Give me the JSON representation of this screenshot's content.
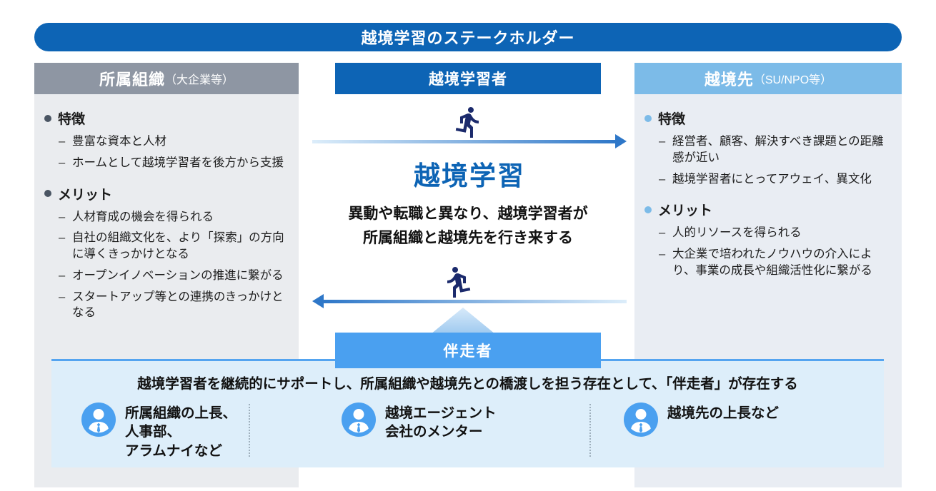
{
  "title": "越境学習のステークホルダー",
  "columns": {
    "left": {
      "header": "所属組織",
      "header_suffix": "（大企業等）",
      "sections": [
        {
          "heading": "特徴",
          "items": [
            "豊富な資本と人材",
            "ホームとして越境学習者を後方から支援"
          ]
        },
        {
          "heading": "メリット",
          "items": [
            "人材育成の機会を得られる",
            "自社の組織文化を、より「探索」の方向に導くきっかけとなる",
            "オープンイノベーションの推進に繋がる",
            "スタートアップ等との連携のきっかけとなる"
          ]
        }
      ]
    },
    "center": {
      "header": "越境学習者",
      "main_label": "越境学習",
      "description_line1": "異動や転職と異なり、越境学習者が",
      "description_line2": "所属組織と越境先を行き来する",
      "companion_header": "伴走者"
    },
    "right": {
      "header": "越境先",
      "header_suffix": "（SU/NPO等）",
      "sections": [
        {
          "heading": "特徴",
          "items": [
            "経営者、顧客、解決すべき課題との距離感が近い",
            "越境学習者にとってアウェイ、異文化"
          ]
        },
        {
          "heading": "メリット",
          "items": [
            "人的リソースを得られる",
            "大企業で培われたノウハウの介入により、事業の成長や組織活性化に繋がる"
          ]
        }
      ]
    }
  },
  "bottom_panel": {
    "heading": "越境学習者を継続的にサポートし、所属組織や越境先との橋渡しを担う存在として、「伴走者」が存在する",
    "items": [
      {
        "icon": "companion-person-icon",
        "line1": "所属組織の上長、人事部、",
        "line2": "アラムナイなど"
      },
      {
        "icon": "companion-person-icon",
        "line1": "越境エージェント",
        "line2": "会社のメンター"
      },
      {
        "icon": "companion-person-icon",
        "line1": "越境先の上長など",
        "line2": ""
      }
    ]
  },
  "colors": {
    "primary_blue": "#0d64b5",
    "light_blue_header": "#7cbbe8",
    "companion_blue": "#4aa0f0",
    "gray_header": "#8e96a3",
    "panel_left_bg": "#eaecef",
    "panel_right_bg": "#e9edf3",
    "bottom_panel_bg": "#ddeefa",
    "runner_navy": "#1b2a6c",
    "arrow_dark": "#2e77c8",
    "text_dark": "#1a1a1a"
  }
}
